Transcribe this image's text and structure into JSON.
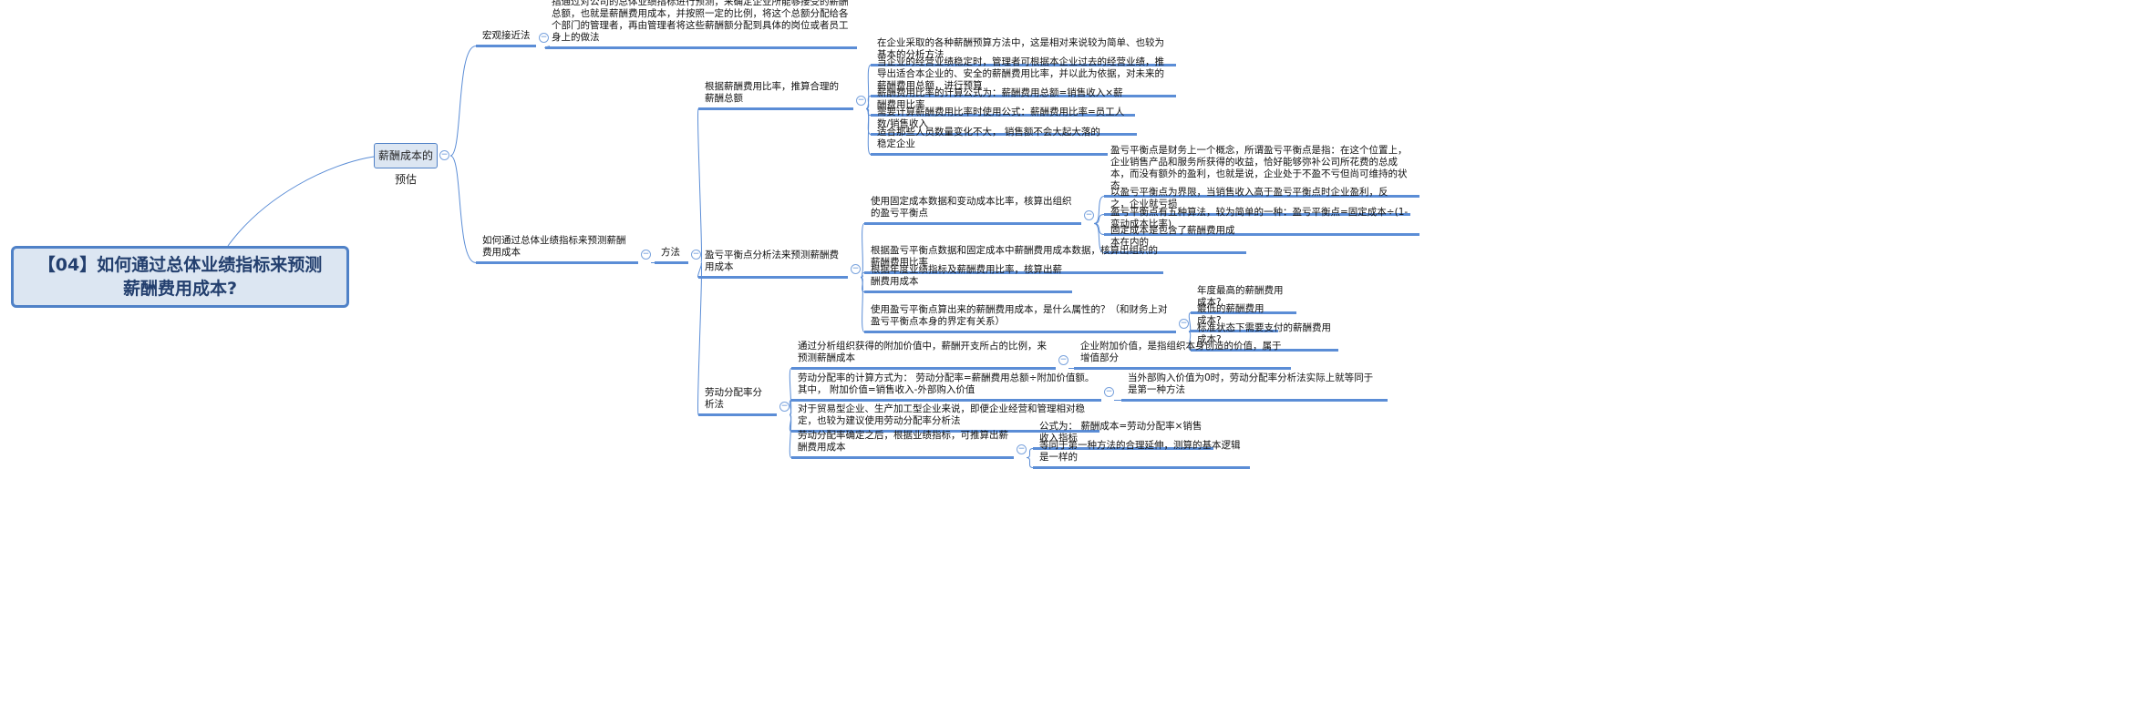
{
  "root": {
    "title": "【04】如何通过总体业绩指标来预测薪酬费用成本?"
  },
  "center": {
    "title": "薪酬成本的预估"
  },
  "macro": {
    "label": "宏观接近法",
    "desc": "指通过对公司的总体业绩指标进行预测，来确定企业所能够接受的薪酬总额，也就是薪酬费用成本，并按照一定的比例，将这个总额分配给各个部门的管理者，再由管理者将这些薪酬额分配到具体的岗位或者员工身上的做法"
  },
  "howto": {
    "label": "如何通过总体业绩指标来预测薪酬费用成本",
    "method": "方法"
  },
  "ratio": {
    "label": "根据薪酬费用比率，推算合理的薪酬总额",
    "items": [
      "在企业采取的各种薪酬预算方法中，这是相对来说较为简单、也较为基本的分析方法",
      "当企业的经营业绩稳定时，管理者可根据本企业过去的经营业绩，推导出适合本企业的、安全的薪酬费用比率，并以此为依据，对未来的薪酬费用总额，进行预算",
      "薪酬费用比率的计算公式为：薪酬费用总额=销售收入×薪酬费用比率",
      "需要计算薪酬费用比率时使用公式：薪酬费用比率=员工人数/销售收入",
      "适合那些人员数量变化不大， 销售额不会大起大落的稳定企业"
    ]
  },
  "breakeven": {
    "label": "盈亏平衡点分析法来预测薪酬费用成本",
    "fixed": {
      "label": "使用固定成本数据和变动成本比率，核算出组织的盈亏平衡点",
      "items": [
        "盈亏平衡点是财务上一个概念，所谓盈亏平衡点是指：在这个位置上，企业销售产品和服务所获得的收益，恰好能够弥补公司所花费的总成本，而没有额外的盈利，也就是说，企业处于不盈不亏但尚可维持的状态",
        "以盈亏平衡点为界限，当销售收入高于盈亏平衡点时企业盈利，反之，企业就亏损",
        "盈亏平衡点有五种算法，较为简单的一种：盈亏平衡点=固定成本÷(1-变动成本比率)",
        "固定成本是包含了薪酬费用成本在内的"
      ]
    },
    "items": [
      "根据盈亏平衡点数据和固定成本中薪酬费用成本数据，核算出组织的薪酬费用比率",
      "根据年度业绩指标及薪酬费用比率，核算出薪酬费用成本"
    ],
    "nature": {
      "label": "使用盈亏平衡点算出来的薪酬费用成本，是什么属性的？（和财务上对盈亏平衡点本身的界定有关系）",
      "questions": [
        "年度最高的薪酬费用成本?",
        "最低的薪酬费用成本?",
        "标准状态下需要支付的薪酬费用成本?"
      ]
    }
  },
  "labor": {
    "label": "劳动分配率分析法",
    "items": [
      {
        "label": "通过分析组织获得的附加价值中，薪酬开支所占的比例，来预测薪酬成本",
        "children": [
          "企业附加价值，是指组织本身创造的价值，属于增值部分"
        ]
      },
      {
        "label": "劳动分配率的计算方式为： 劳动分配率=薪酬费用总额÷附加价值额。其中， 附加价值=销售收入-外部购入价值",
        "children": [
          "当外部购入价值为0时，劳动分配率分析法实际上就等同于是第一种方法"
        ]
      },
      {
        "label": "对于贸易型企业、生产加工型企业来说，即便企业经营和管理相对稳定，也较为建议使用劳动分配率分析法",
        "children": []
      },
      {
        "label": "劳动分配率确定之后，根据业绩指标，可推算出薪酬费用成本",
        "children": [
          "公式为： 薪酬成本=劳动分配率×销售收入指标",
          "等同于第一种方法的合理延伸，测算的基本逻辑是一样的"
        ]
      }
    ]
  },
  "colors": {
    "line": "#5b8dd6",
    "root_border": "#4f81c7",
    "root_bg": "#dce6f2",
    "root_text": "#233f6e"
  },
  "icons": {
    "collapse": "collapse-minus-icon"
  }
}
